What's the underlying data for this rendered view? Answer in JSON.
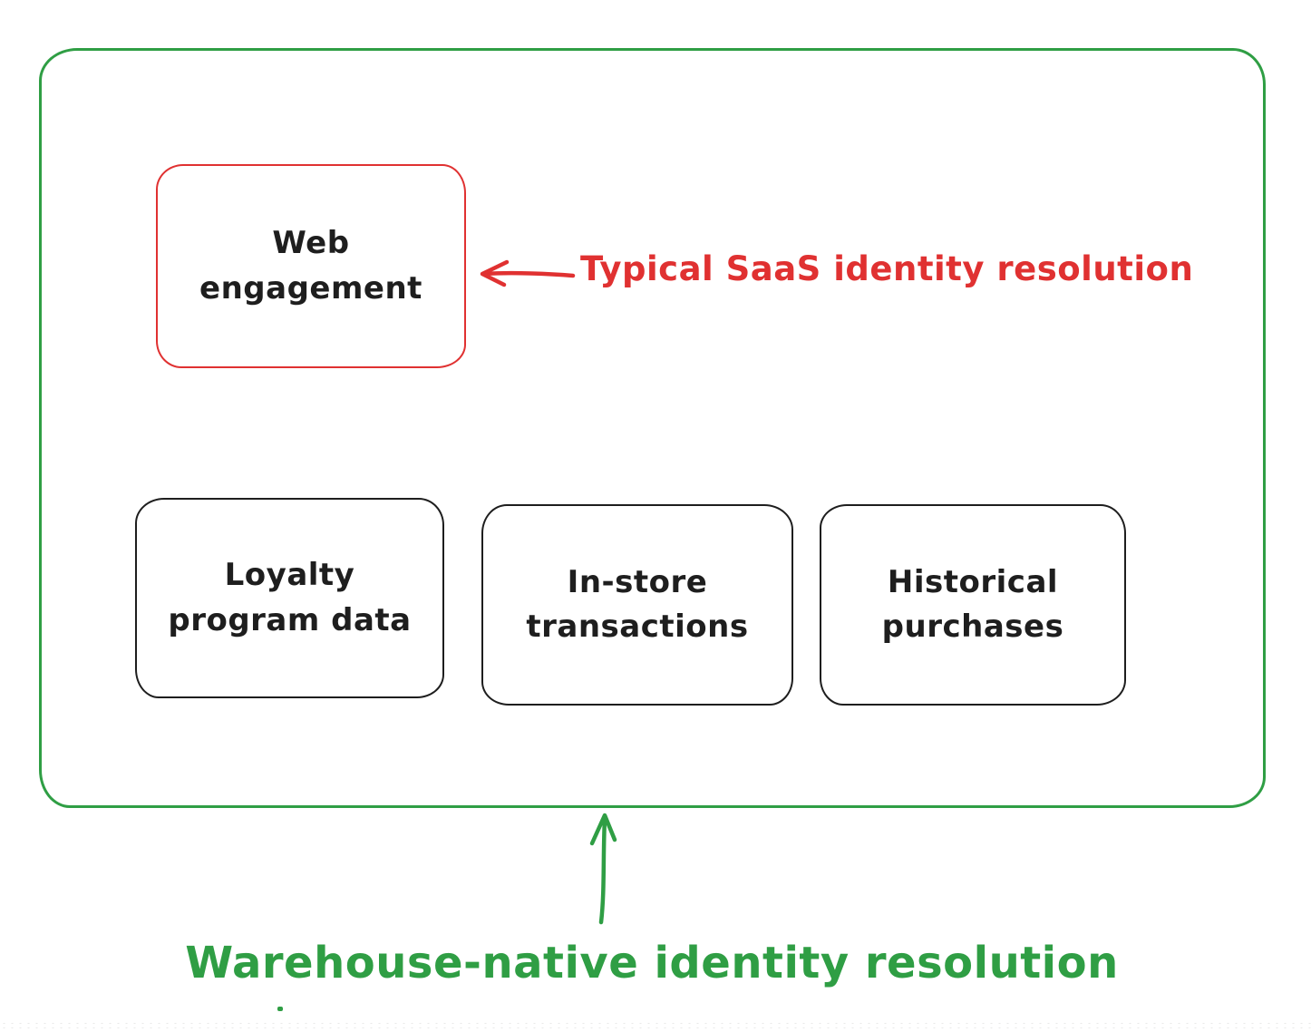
{
  "boxes": [
    {
      "id": "web-engagement",
      "label": "Web\nengagement",
      "border_color": "#e03131"
    },
    {
      "id": "loyalty-program-data",
      "label": "Loyalty\nprogram data",
      "border_color": "#1e1e1e"
    },
    {
      "id": "in-store-transactions",
      "label": "In-store\ntransactions",
      "border_color": "#1e1e1e"
    },
    {
      "id": "historical-purchases",
      "label": "Historical\npurchases",
      "border_color": "#1e1e1e"
    }
  ],
  "annotations": {
    "saas": {
      "text": "Typical SaaS identity resolution",
      "color": "#e03131",
      "arrow_direction": "left"
    },
    "warehouse": {
      "text": "Warehouse-native identity resolution",
      "color": "#2f9e44",
      "arrow_direction": "up"
    }
  },
  "colors": {
    "green": "#2f9e44",
    "red": "#e03131",
    "ink": "#1e1e1e",
    "canvas_background": "#ffffff"
  }
}
